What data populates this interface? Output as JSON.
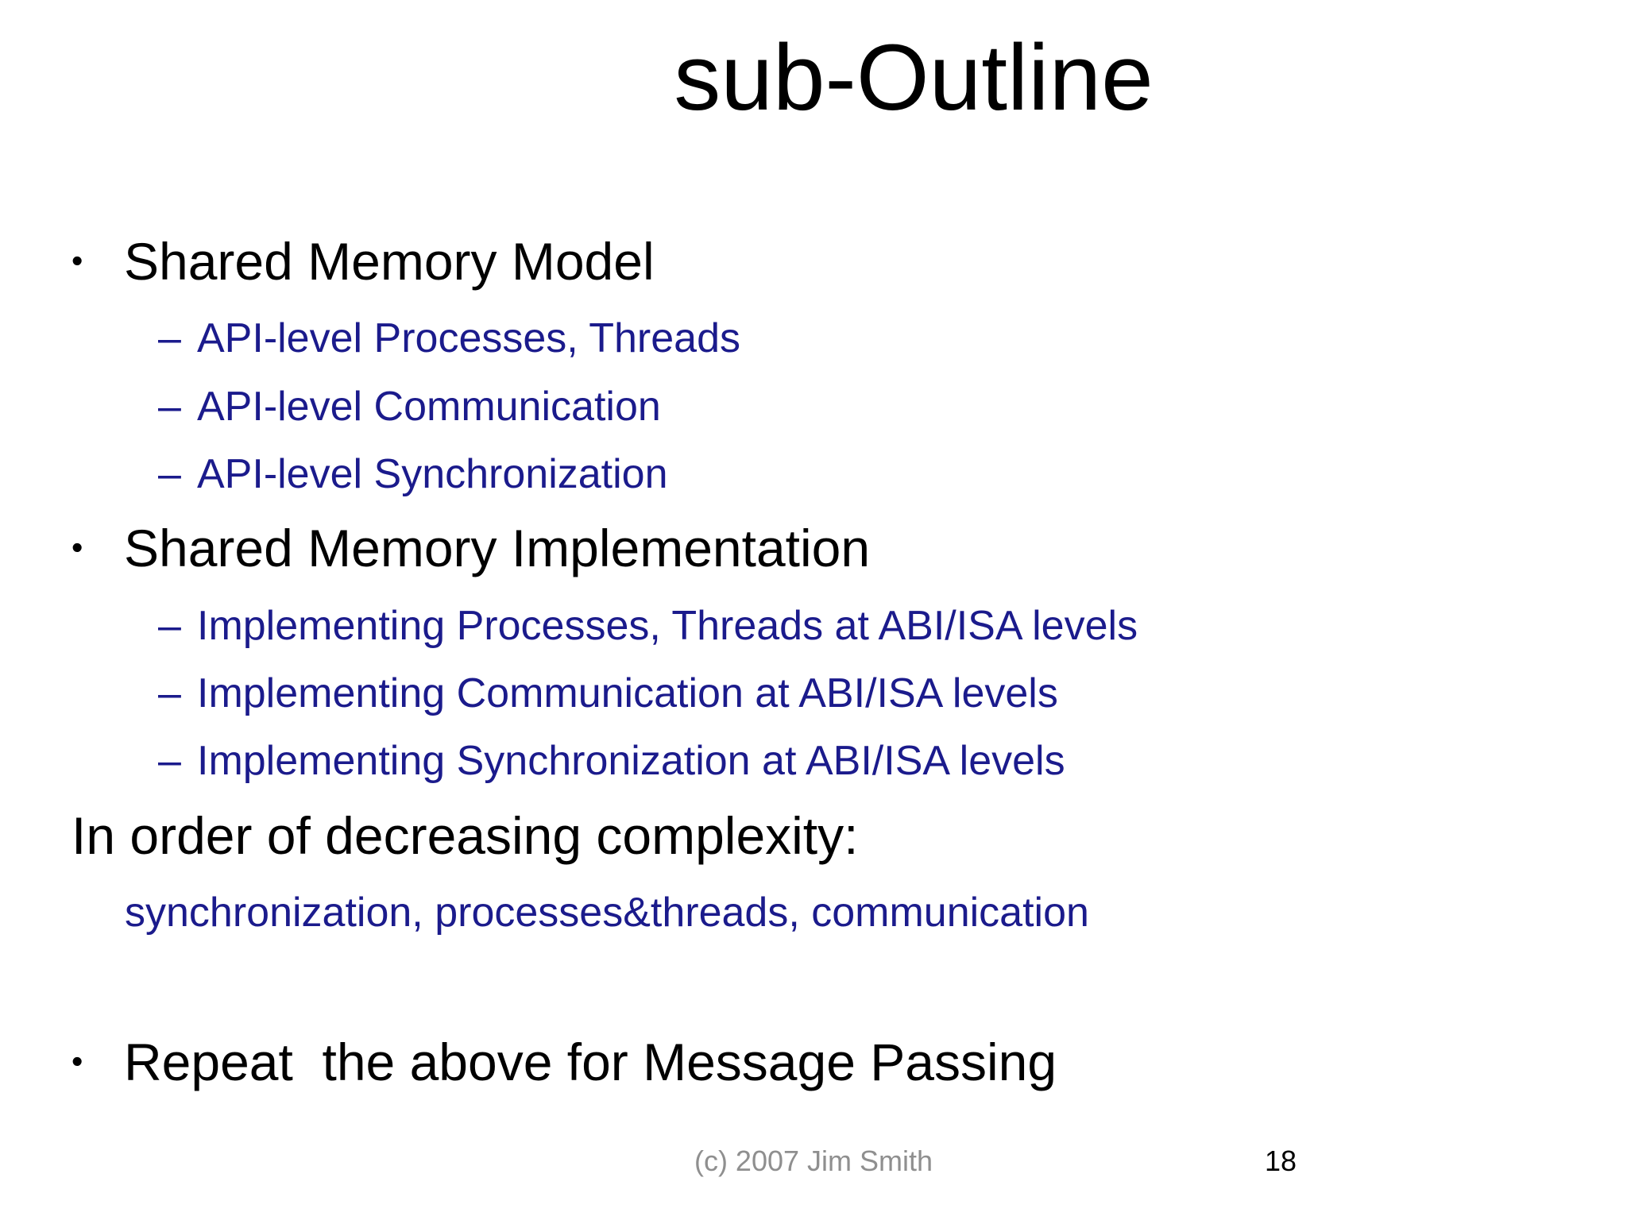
{
  "slide": {
    "title": "sub-Outline",
    "markers": {
      "bullet": "•",
      "dash": "–"
    },
    "items": [
      {
        "text": "Shared Memory Model"
      },
      {
        "text": "API-level Processes, Threads"
      },
      {
        "text": "API-level Communication"
      },
      {
        "text": "API-level Synchronization"
      },
      {
        "text": "Shared Memory Implementation"
      },
      {
        "text": "Implementing Processes, Threads at ABI/ISA levels"
      },
      {
        "text": "Implementing Communication at ABI/ISA levels"
      },
      {
        "text": "Implementing Synchronization at ABI/ISA levels"
      },
      {
        "text": "In order of decreasing complexity:"
      },
      {
        "text": "synchronization, processes&threads, communication"
      },
      {
        "text": "Repeat  the above for Message Passing"
      }
    ],
    "footer": {
      "copyright": "(c) 2007 Jim Smith",
      "page_number": "18"
    },
    "colors": {
      "text_black": "#000000",
      "accent_blue": "#1b1b8c",
      "footer_gray": "#8f8f8f"
    }
  }
}
